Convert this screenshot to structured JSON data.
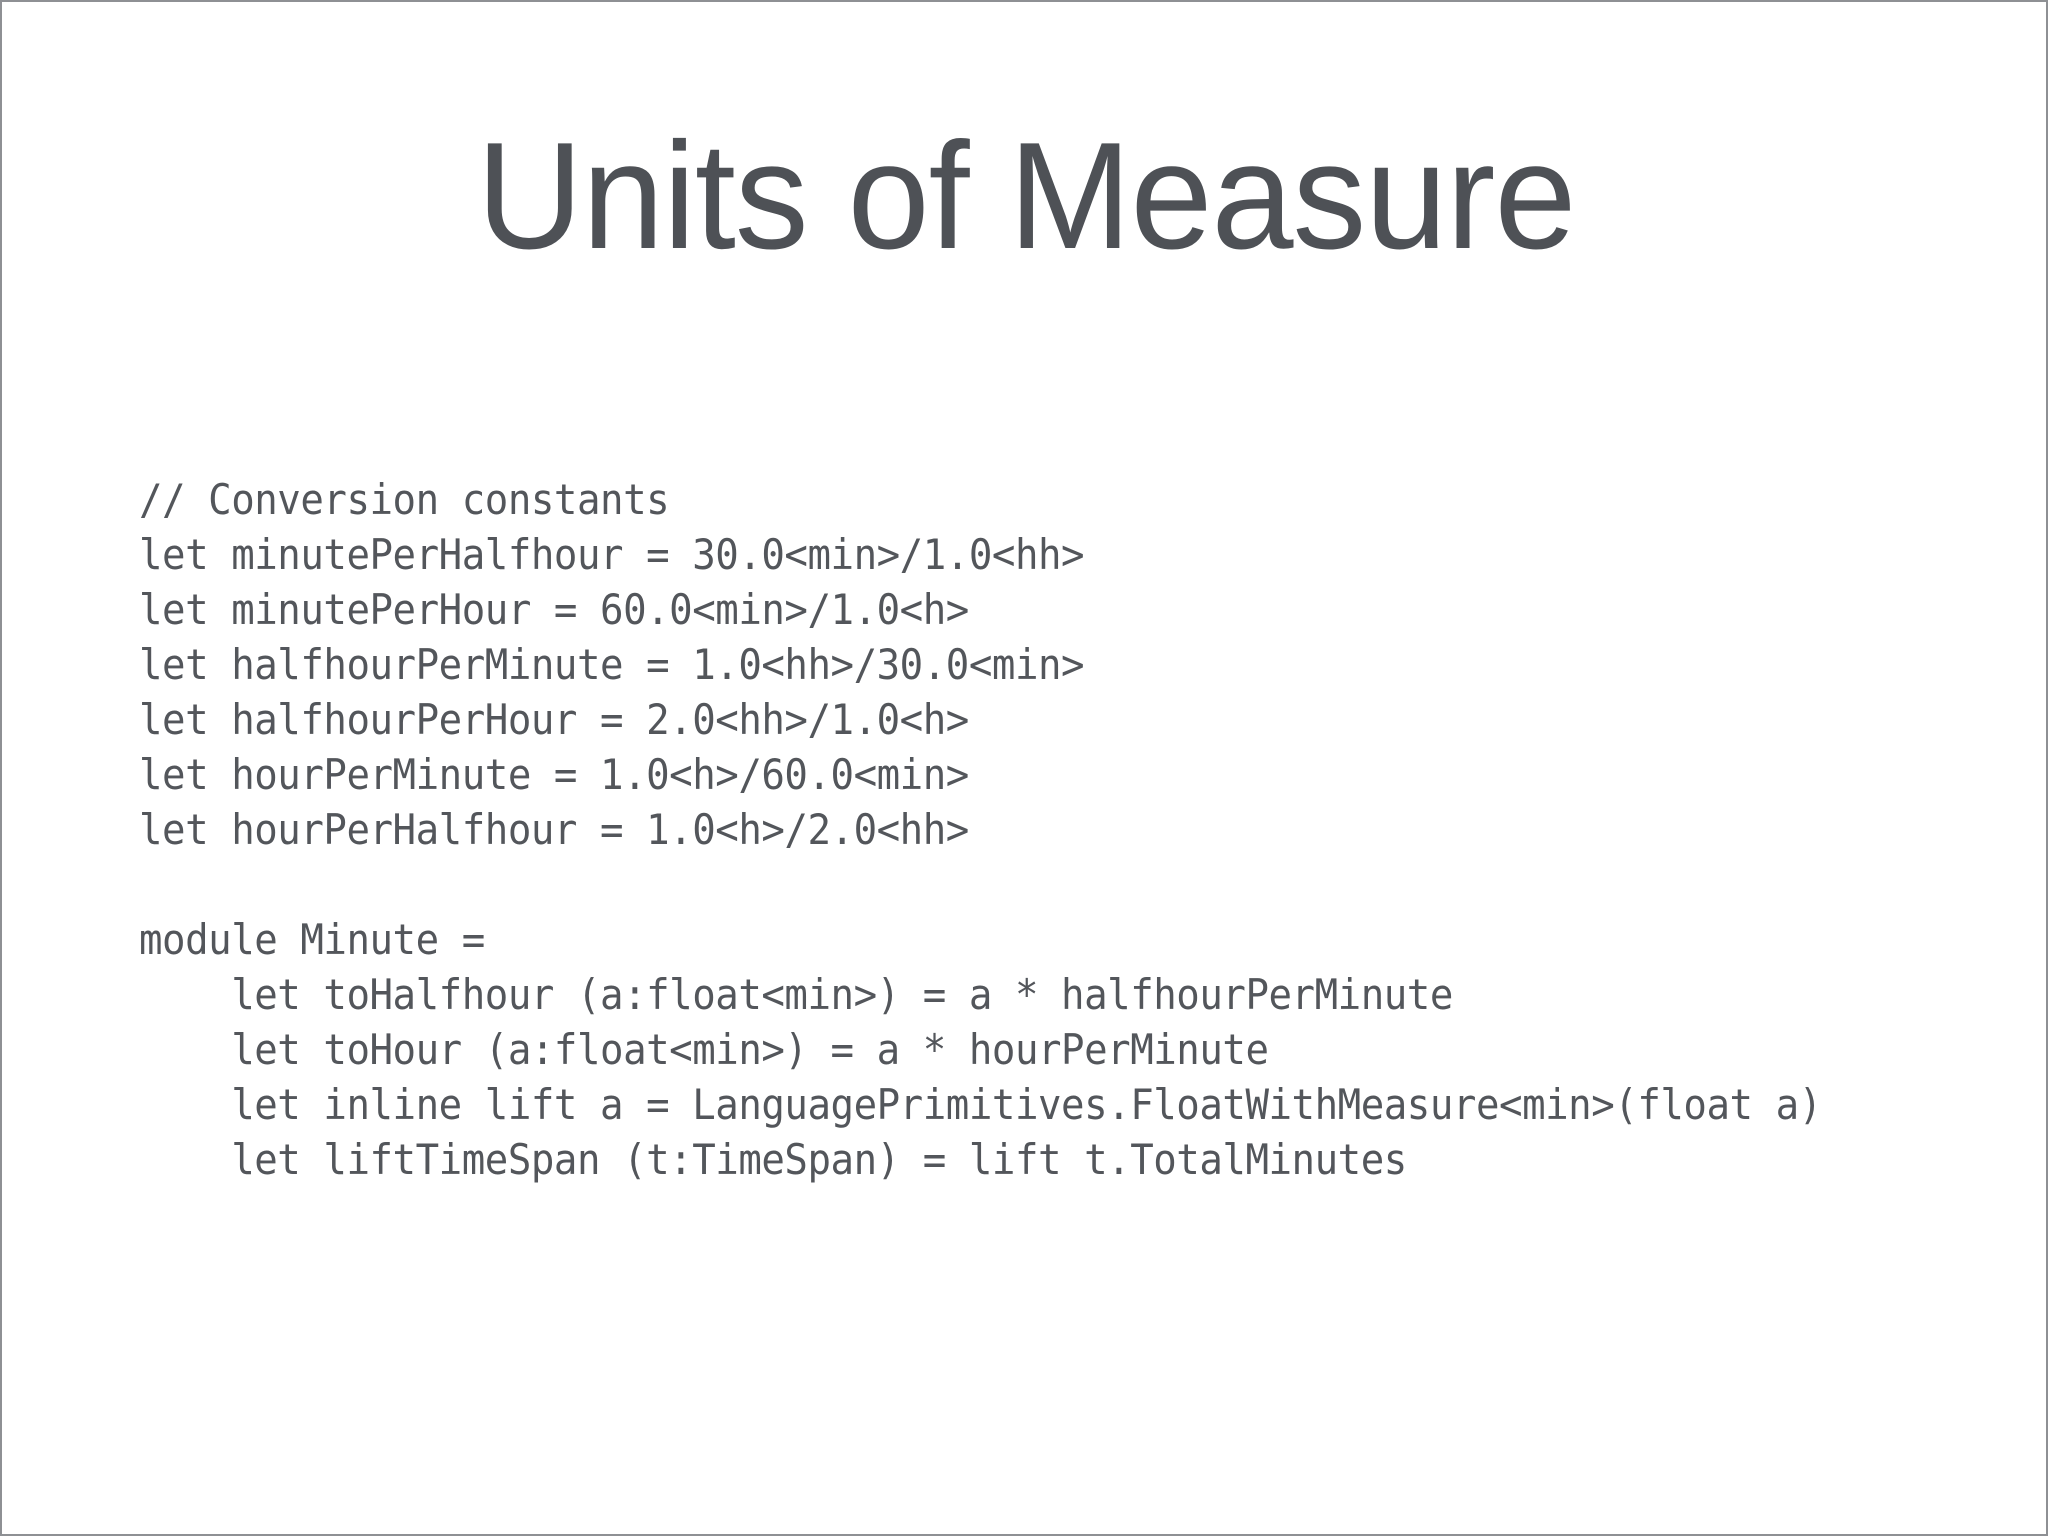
{
  "slide": {
    "title": "Units of Measure",
    "background_color": "#ffffff",
    "border_color": "#8e9094",
    "title_color": "#4e5156",
    "code_color": "#53565b"
  },
  "code": {
    "language": "fsharp",
    "lines": [
      "// Conversion constants",
      "let minutePerHalfhour = 30.0<min>/1.0<hh>",
      "let minutePerHour = 60.0<min>/1.0<h>",
      "let halfhourPerMinute = 1.0<hh>/30.0<min>",
      "let halfhourPerHour = 2.0<hh>/1.0<h>",
      "let hourPerMinute = 1.0<h>/60.0<min>",
      "let hourPerHalfhour = 1.0<h>/2.0<hh>",
      "",
      "module Minute =",
      "    let toHalfhour (a:float<min>) = a * halfhourPerMinute",
      "    let toHour (a:float<min>) = a * hourPerMinute",
      "    let inline lift a = LanguagePrimitives.FloatWithMeasure<min>(float a)",
      "    let liftTimeSpan (t:TimeSpan) = lift t.TotalMinutes"
    ]
  }
}
